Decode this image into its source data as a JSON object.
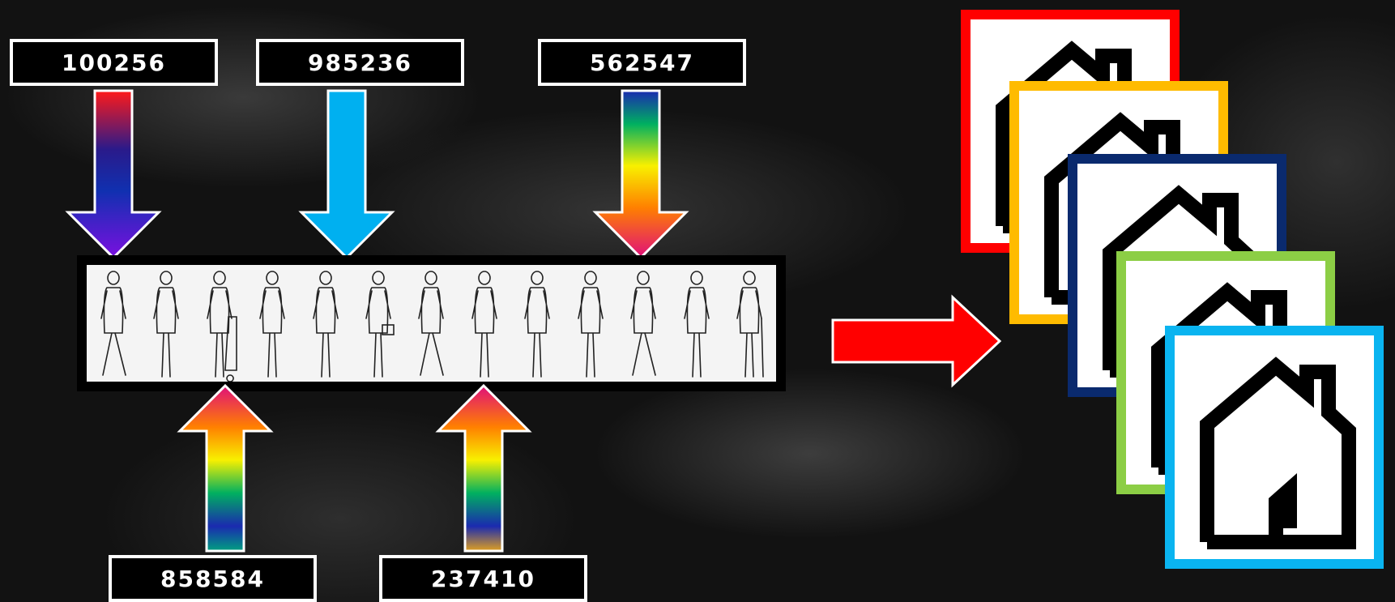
{
  "numbers_top": [
    "100256",
    "985236",
    "562547"
  ],
  "numbers_bottom": [
    "858584",
    "237410"
  ],
  "pedestrians": [
    "walking-figure",
    "standing-figure",
    "figure-pushing-cart",
    "standing-figure",
    "suited-figure",
    "figure-with-briefcase",
    "walking-figure",
    "suited-figure",
    "standing-figure",
    "figure-on-phone",
    "walking-figure",
    "suited-figure",
    "elderly-figure-with-cane"
  ],
  "house_cards": [
    {
      "border_color": "#ff0000",
      "icon": "house-icon"
    },
    {
      "border_color": "#ffbb00",
      "icon": "house-icon"
    },
    {
      "border_color": "#0a2a6e",
      "icon": "house-icon"
    },
    {
      "border_color": "#8cce45",
      "icon": "house-icon"
    },
    {
      "border_color": "#0ab4f0",
      "icon": "house-icon"
    }
  ],
  "colors": {
    "main_arrow": "#ff0000",
    "solid_blue_arrow": "#00b0f0",
    "label_border": "#ffffff",
    "label_fill": "#000000"
  }
}
